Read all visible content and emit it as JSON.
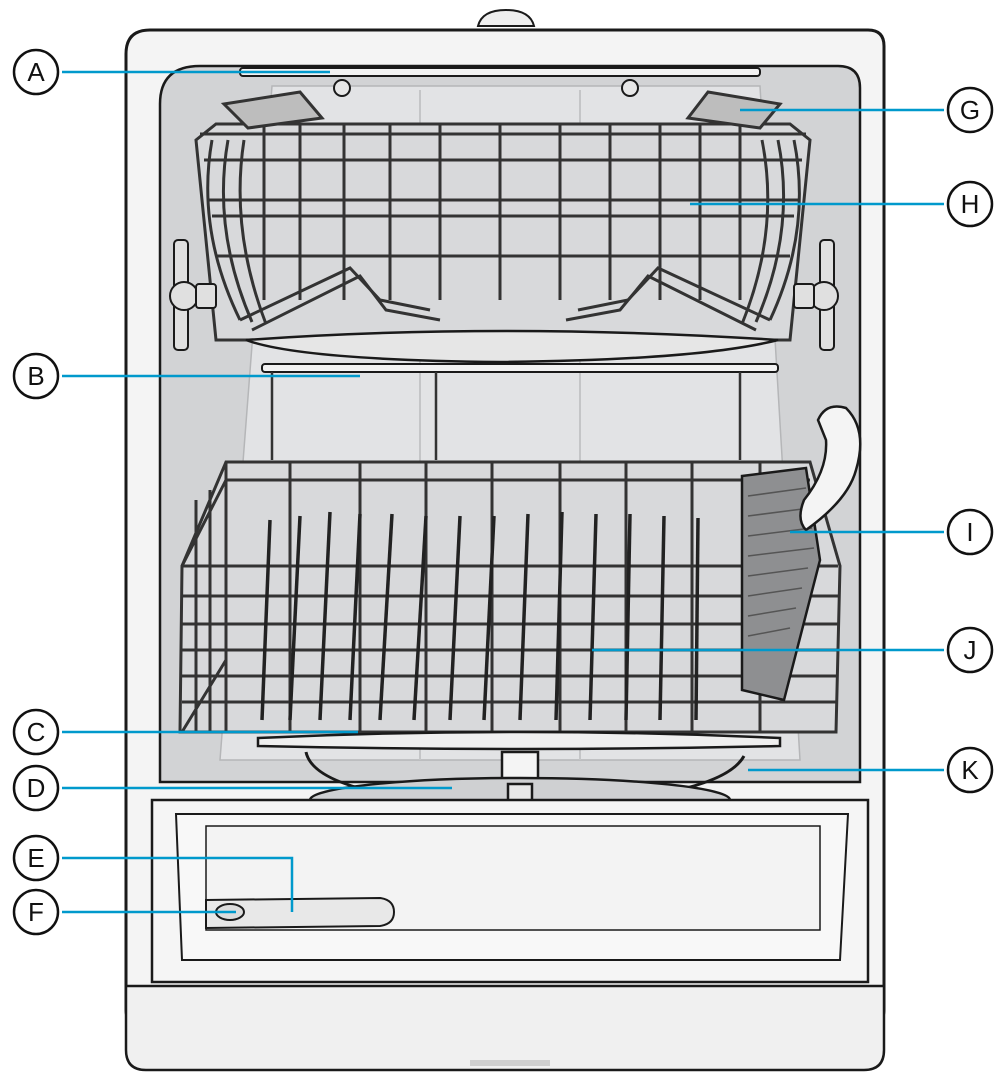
{
  "colors": {
    "outline": "#1a1a1a",
    "tub_fill": "#d4d5d6",
    "tub_light": "#e6e7e8",
    "body_fill": "#f5f5f5",
    "rack_wire": "#333333",
    "leader": "#0099cc",
    "badge_stroke": "#111111"
  },
  "callouts": [
    {
      "id": "A",
      "letter": "A",
      "side": "left"
    },
    {
      "id": "B",
      "letter": "B",
      "side": "left"
    },
    {
      "id": "C",
      "letter": "C",
      "side": "left"
    },
    {
      "id": "D",
      "letter": "D",
      "side": "left"
    },
    {
      "id": "E",
      "letter": "E",
      "side": "left"
    },
    {
      "id": "F",
      "letter": "F",
      "side": "left"
    },
    {
      "id": "G",
      "letter": "G",
      "side": "right"
    },
    {
      "id": "H",
      "letter": "H",
      "side": "right"
    },
    {
      "id": "I",
      "letter": "I",
      "side": "right"
    },
    {
      "id": "J",
      "letter": "J",
      "side": "right"
    },
    {
      "id": "K",
      "letter": "K",
      "side": "right"
    }
  ]
}
